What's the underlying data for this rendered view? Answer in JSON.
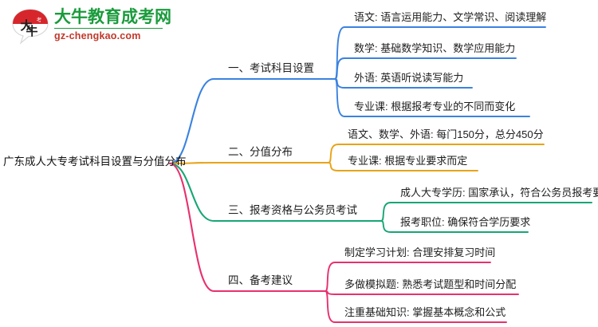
{
  "logo": {
    "name": "大牛教育成考网",
    "domain": "gz-chengkao.com",
    "mark_text": "大牛",
    "colors": {
      "green": "#1a9b3c",
      "red": "#c0392b"
    }
  },
  "mindmap": {
    "root": {
      "label": "广东成人大专考试科目设置与分值分布"
    },
    "branches": [
      {
        "label": "一、考试科目设置",
        "color": "#3b82e0",
        "children": [
          {
            "label": "语文: 语言运用能力、文学常识、阅读理解"
          },
          {
            "label": "数学: 基础数学知识、数学应用能力"
          },
          {
            "label": "外语: 英语听说读写能力"
          },
          {
            "label": "专业课: 根据报考专业的不同而变化"
          }
        ]
      },
      {
        "label": "二、分值分布",
        "color": "#e8a317",
        "children": [
          {
            "label": "语文、数学、外语: 每门150分，总分450分"
          },
          {
            "label": "专业课: 根据专业要求而定"
          }
        ]
      },
      {
        "label": "三、报考资格与公务员考试",
        "color": "#17a673",
        "children": [
          {
            "label": "成人大专学历: 国家承认，符合公务员报考要求"
          },
          {
            "label": "报考职位: 确保符合学历要求"
          }
        ]
      },
      {
        "label": "四、备考建议",
        "color": "#e8306e",
        "children": [
          {
            "label": "制定学习计划: 合理安排复习时间"
          },
          {
            "label": "多做模拟题: 熟悉考试题型和时间分配"
          },
          {
            "label": "注重基础知识: 掌握基本概念和公式"
          }
        ]
      }
    ]
  }
}
